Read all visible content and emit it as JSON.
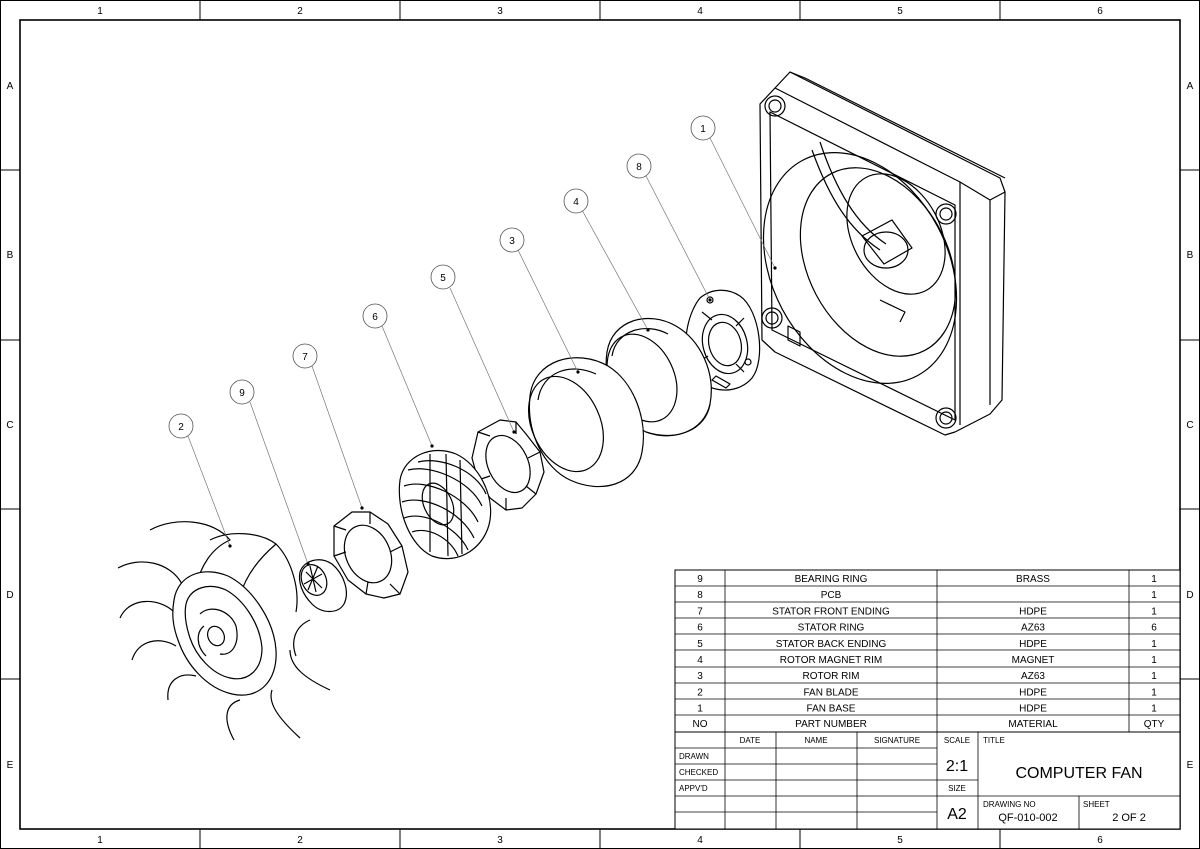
{
  "zones": {
    "columns": [
      "1",
      "2",
      "3",
      "4",
      "5",
      "6"
    ],
    "rows": [
      "A",
      "B",
      "C",
      "D",
      "E"
    ]
  },
  "balloons": [
    {
      "label": "1"
    },
    {
      "label": "8"
    },
    {
      "label": "4"
    },
    {
      "label": "3"
    },
    {
      "label": "5"
    },
    {
      "label": "6"
    },
    {
      "label": "7"
    },
    {
      "label": "9"
    },
    {
      "label": "2"
    }
  ],
  "bom": {
    "header": {
      "no": "NO",
      "part": "PART NUMBER",
      "material": "MATERIAL",
      "qty": "QTY"
    },
    "rows": [
      {
        "no": "9",
        "part": "BEARING RING",
        "material": "BRASS",
        "qty": "1"
      },
      {
        "no": "8",
        "part": "PCB",
        "material": "",
        "qty": "1"
      },
      {
        "no": "7",
        "part": "STATOR FRONT ENDING",
        "material": "HDPE",
        "qty": "1"
      },
      {
        "no": "6",
        "part": "STATOR RING",
        "material": "AZ63",
        "qty": "6"
      },
      {
        "no": "5",
        "part": "STATOR BACK ENDING",
        "material": "HDPE",
        "qty": "1"
      },
      {
        "no": "4",
        "part": "ROTOR MAGNET RIM",
        "material": "MAGNET",
        "qty": "1"
      },
      {
        "no": "3",
        "part": "ROTOR RIM",
        "material": "AZ63",
        "qty": "1"
      },
      {
        "no": "2",
        "part": "FAN BLADE",
        "material": "HDPE",
        "qty": "1"
      },
      {
        "no": "1",
        "part": "FAN BASE",
        "material": "HDPE",
        "qty": "1"
      }
    ]
  },
  "title_block": {
    "col_date": "DATE",
    "col_name": "NAME",
    "col_signature": "SIGNATURE",
    "row_drawn": "DRAWN",
    "row_checked": "CHECKED",
    "row_appvd": "APPV'D",
    "scale_label": "SCALE",
    "scale_value": "2:1",
    "size_label": "SIZE",
    "size_value": "A2",
    "title_label": "TITLE",
    "title_value": "COMPUTER FAN",
    "drawing_no_label": "DRAWING NO",
    "drawing_no_value": "QF-010-002",
    "sheet_label": "SHEET",
    "sheet_value": "2 OF 2"
  }
}
